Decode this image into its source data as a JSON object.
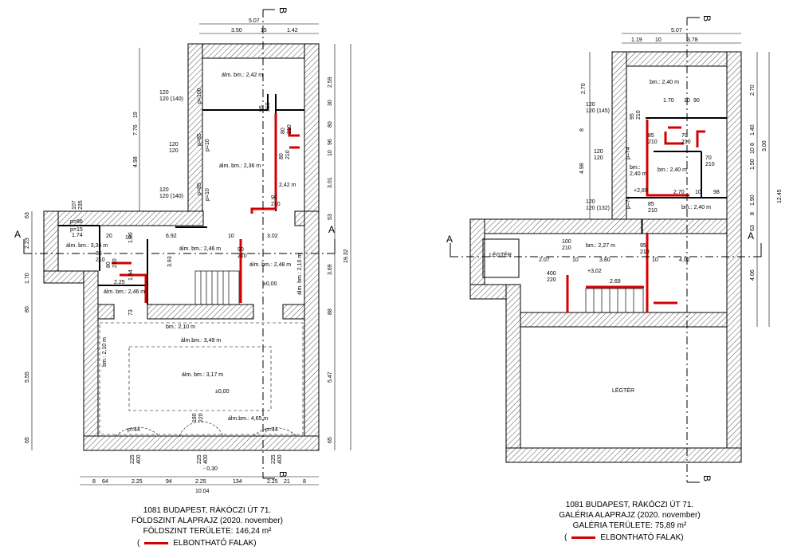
{
  "left_plan": {
    "section_markers": {
      "a": "A",
      "b": "B"
    },
    "top_dims": [
      "5.07",
      "3.50",
      "15",
      "1.42"
    ],
    "bottom_dims": [
      "8",
      "64",
      "2.25",
      "94",
      "2.25",
      "134",
      "2.25",
      "21",
      "8",
      "10.04"
    ],
    "left_dims": [
      "63",
      "2.23",
      "1.70",
      "80",
      "5.55",
      "65"
    ],
    "right_dims": [
      "2.59",
      "30",
      "80",
      "96",
      "10",
      "3.01",
      "53",
      "3.69",
      "88",
      "5.47",
      "65",
      "19.32"
    ],
    "inner_dims": [
      "7.76",
      "19",
      "4.98",
      "3.93",
      "1.94",
      "73",
      "1.80",
      "10",
      "6.92",
      "20",
      "10",
      "3.02",
      "2.25",
      "1.74"
    ],
    "rooms": [
      "álm. bm.: 2,42 m",
      "álm. bm.: 2,36 m",
      "2,42 m",
      "álm. bm.: 2,46 m",
      "álm. bm.: 2,48 m",
      "álm. bm.: 3,36 m",
      "álm. bm.: 2,46 m",
      "bm.: 2,10 m",
      "álm.bm.: 3,49 m",
      "álm. bm.: 3,17 m",
      "álm.bm.: 4,65 m",
      "bm.: 2,10 m",
      "álm. bm.: 2,10 m"
    ],
    "windows": [
      "120\n120 (140)",
      "120\n120",
      "120\n120 (140)"
    ],
    "parapets": [
      "p=100",
      "p=85",
      "p=10",
      "p=85",
      "p=10",
      "p=86",
      "p=15",
      "p=44",
      "p=44"
    ],
    "doors": [
      "95\n210",
      "80\n210",
      "80\n210",
      "90\n210",
      "90\n210",
      "85\n210",
      "80\n210",
      "180\n220",
      "225\n400",
      "225\n400",
      "225\n400",
      "107\n235"
    ],
    "levels": [
      "±0,00",
      "±0,00",
      "- 0,30"
    ]
  },
  "right_plan": {
    "section_markers": {
      "a": "A",
      "b": "B"
    },
    "top_dims": [
      "5.07",
      "1.19",
      "10",
      "3.78"
    ],
    "inner_dims": [
      "1.70",
      "10",
      "90",
      "2.70",
      "10",
      "98",
      "2.07",
      "10",
      "3.80",
      "10",
      "4.02",
      "2.69",
      "8",
      "4.98"
    ],
    "left_dims": [
      "2.70",
      "8"
    ],
    "right_dims": [
      "2.70",
      "1.40",
      "8",
      "10",
      "1.50",
      "3.00",
      "1.90",
      "8",
      "63",
      "4.06",
      "12.45"
    ],
    "rooms": [
      "bm.: 2,40 m",
      "bm.:\n2,40 m",
      "bm.: 2,40 m",
      "bm.: 2,40 m",
      "bm.: 2,27 m",
      "LÉGTÉR",
      "LÉGTÉR"
    ],
    "windows": [
      "120\n120 (145)",
      "120\n120",
      "120\n120 (132)"
    ],
    "parapets": [
      "p=74",
      "p=74"
    ],
    "doors": [
      "95\n210",
      "85\n210",
      "70\n210",
      "70\n210",
      "85\n210",
      "100\n210",
      "95\n210",
      "400\n220"
    ],
    "levels": [
      "+2,89",
      "+3,02"
    ]
  },
  "captions": {
    "left": {
      "address": "1081 BUDAPEST, RÁKÓCZI ÚT 71.",
      "plan": "FÖLDSZINT ALAPRAJZ (2020. november)",
      "area": "FÖLDSZINT TERÜLETE: 146,24 m²",
      "legend_open": "(",
      "legend_label": "ELBONTHATÓ FALAK)"
    },
    "right": {
      "address": "1081 BUDAPEST, RÁKÓCZI ÚT 71.",
      "plan": "GALÉRIA ALAPRAJZ (2020. november)",
      "area": "GALÉRIA TERÜLETE: 75,89 m²",
      "legend_open": "(",
      "legend_label": "ELBONTHATÓ FALAK)"
    }
  },
  "colors": {
    "demolish": "#d40000",
    "wall": "#000000",
    "hatch": "#555555"
  }
}
